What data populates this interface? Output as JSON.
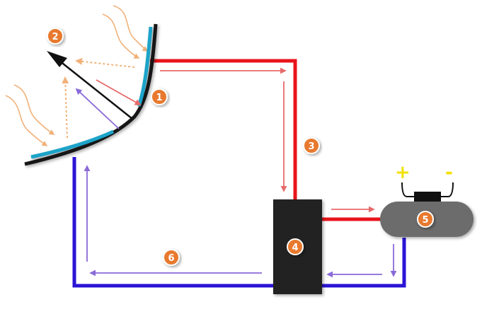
{
  "colors": {
    "hot_pipe": "#e8141b",
    "cold_pipe": "#2a14d6",
    "hot_arrow": "#e86a6a",
    "cold_arrow": "#8a6ad8",
    "badge": "#e8792e",
    "sun_ray": "#f0b27a",
    "collector_lining": "#1aa3c9",
    "collector_body": "#151515",
    "box": "#222222",
    "tank": "#6c6c6c",
    "plus_sign": "#f2e200",
    "minus_sign": "#f2e200"
  },
  "badges": [
    "1",
    "2",
    "3",
    "4",
    "5",
    "6"
  ],
  "battery": {
    "plus": "+",
    "minus": "-"
  }
}
